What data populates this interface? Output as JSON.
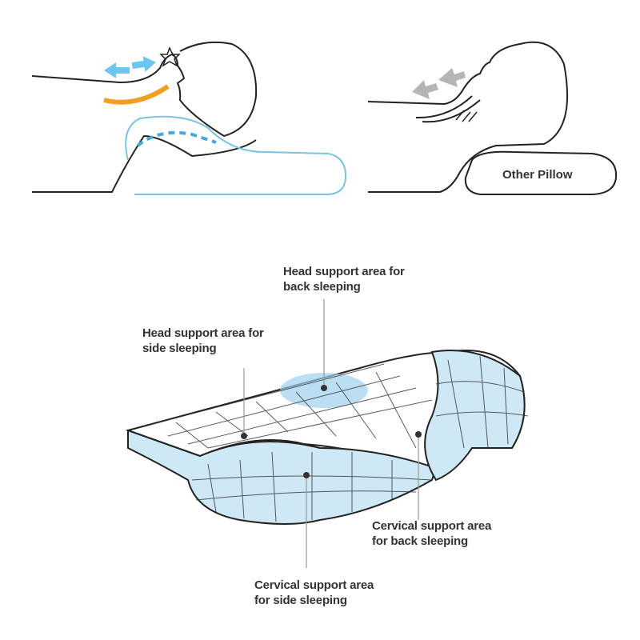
{
  "top_left": {
    "caption": ""
  },
  "top_right": {
    "pillow_label": "Other Pillow"
  },
  "labels": {
    "head_back": [
      "Head support area for",
      "back sleeping"
    ],
    "head_side": [
      "Head support area for",
      "side sleeping"
    ],
    "cervical_back": [
      "Cervical support area",
      "for back sleeping"
    ],
    "cervical_side": [
      "Cervical support area",
      "for side sleeping"
    ]
  },
  "colors": {
    "line": "#222222",
    "pillow_blue": "#7cc3df",
    "airflow_arrow": "#6cc6ef",
    "chin_arc": "#f0a020",
    "gray_arrow": "#b5b5b5",
    "mesh_fill": "#cfe8f6"
  }
}
